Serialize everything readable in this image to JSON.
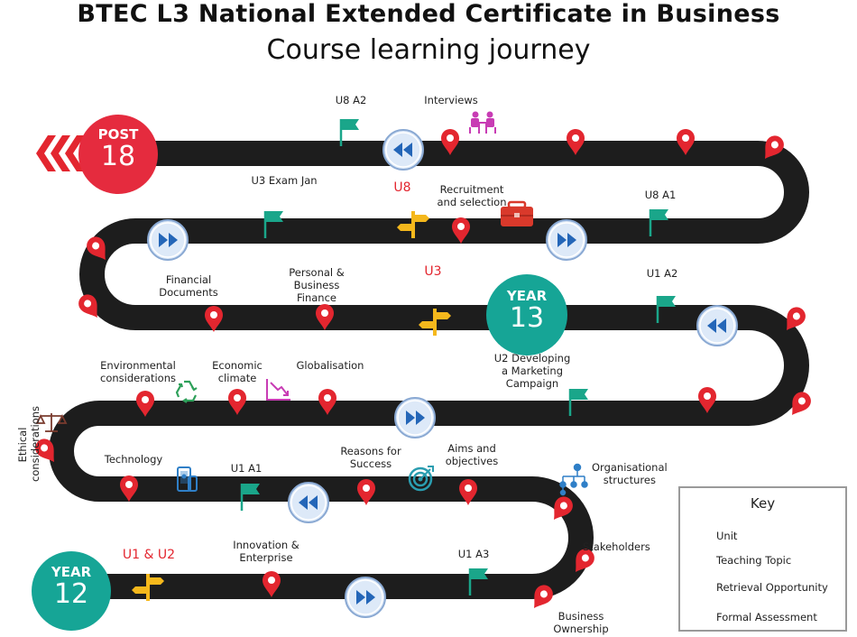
{
  "header": {
    "title": "BTEC L3 National Extended Certificate in Business",
    "subtitle": "Course learning journey"
  },
  "badges": {
    "post": {
      "top": "POST",
      "num": "18"
    },
    "year13": {
      "top": "YEAR",
      "num": "13"
    },
    "year12": {
      "top": "YEAR",
      "num": "12"
    }
  },
  "labels": {
    "u8_a2": "U8 A2",
    "interviews": "Interviews",
    "u3_exam": "U3 Exam Jan",
    "u8_unit": "U8",
    "recruitment": "Recruitment\nand selection",
    "u8_a1": "U8 A1",
    "financial_documents": "Financial\nDocuments",
    "personal_finance": "Personal &\nBusiness\nFinance",
    "u3_unit": "U3",
    "u1_a2": "U1 A2",
    "environmental": "Environmental\nconsiderations",
    "economic_climate": "Economic\nclimate",
    "globalisation": "Globalisation",
    "u2_marketing": "U2 Developing\na Marketing\nCampaign",
    "ethical": "Ethical\nconsiderations",
    "technology": "Technology",
    "u1_a1": "U1 A1",
    "reasons_success": "Reasons for\nSuccess",
    "aims_objectives": "Aims and\nobjectives",
    "org_structures": "Organisational\nstructures",
    "stakeholders": "Stakeholders",
    "u1_u2_unit": "U1 & U2",
    "innovation": "Innovation &\nEnterprise",
    "u1_a3": "U1 A3",
    "business_ownership": "Business\nOwnership"
  },
  "key": {
    "title": "Key",
    "unit": "Unit",
    "teaching_topic": "Teaching Topic",
    "retrieval": "Retrieval Opportunity",
    "formal_assessment": "Formal Assessment"
  },
  "colors": {
    "road": "#1d1d1d",
    "pin": "#e3262f",
    "flag": "#1aa68a",
    "signpost": "#f5b81c",
    "retrieval_fill": "#dde9f8",
    "retrieval_arrow": "#2466b8",
    "post_badge": "#e52b3e",
    "year_badge": "#16a596",
    "accent_magenta": "#c83cb4",
    "accent_green": "#2ea05a",
    "accent_teal": "#2a9db0",
    "accent_blue": "#2f7fc7"
  }
}
